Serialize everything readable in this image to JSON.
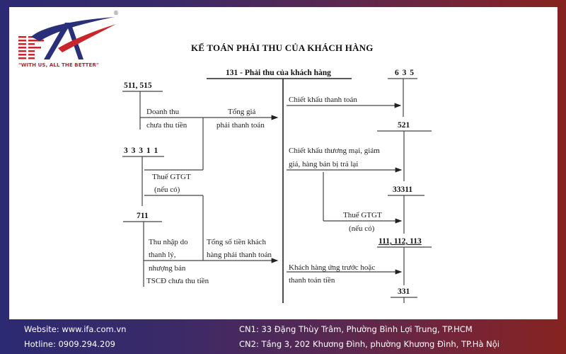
{
  "brand": {
    "logo_letters": "IFA",
    "tagline": "\"WITH US, ALL THE BETTER\"",
    "registered_mark": "®"
  },
  "diagram": {
    "title": "KẾ TOÁN PHẢI THU CỦA KHÁCH HÀNG",
    "main_account": "131 - Phải thu của khách hàng",
    "accounts": {
      "a511_515": "511, 515",
      "a33311_left": "3 3 3 1 1",
      "a711": "711",
      "a635": "6 3 5",
      "a521": "521",
      "a33311_right": "33311",
      "a111_112_113": "111, 112, 113",
      "a331": "331"
    },
    "left_labels": {
      "doanh_thu_1": "Doanh thu",
      "doanh_thu_2": "chưa thu tiền",
      "tong_gia_1": "Tổng giá",
      "tong_gia_2": "phải thanh toán",
      "thue_gtgt_1": "Thuế GTGT",
      "thue_gtgt_2": "(nếu có)",
      "thu_nhap_1": "Thu nhập do",
      "thu_nhap_2": "thanh lý,",
      "thu_nhap_3": "nhượng bán",
      "thu_nhap_4": "TSCĐ chưa thu tiền",
      "tong_so_1": "Tổng số tiền khách",
      "tong_so_2": "hàng phải thanh toán"
    },
    "right_labels": {
      "chiet_khau_tt": "Chiết khấu thanh toán",
      "chiet_khau_tm_1": "Chiết khấu thương mại, giảm",
      "chiet_khau_tm_2": "giá, hàng bán bị trả lại",
      "thue_gtgt_1": "Thuế GTGT",
      "thue_gtgt_2": "(nếu có)",
      "khach_hang_1": "Khách hàng ứng trước hoặc",
      "khach_hang_2": "thanh toán tiền"
    }
  },
  "footer": {
    "website": "Website: www.ifa.com.vn",
    "hotline": "Hotline: 0909.294.209",
    "branch1": "CN1: 33 Đặng Thùy Trâm, Phường Bình Lợi Trung, TP.HCM",
    "branch2": "CN2: Tầng 3, 202 Khương Đình, phường Khương Đình, TP.Hà Nội"
  },
  "colors": {
    "footer_left": "#2c2a72",
    "footer_right": "#85231f",
    "logo_red": "#c9262c",
    "logo_blue": "#2a2f7a"
  }
}
